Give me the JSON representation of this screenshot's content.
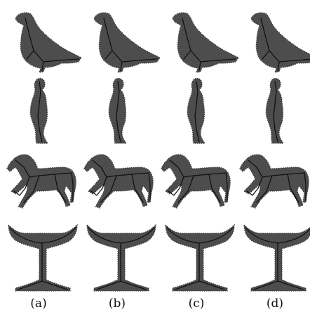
{
  "figure": {
    "columns": [
      {
        "caption": "(a)"
      },
      {
        "caption": "(b)"
      },
      {
        "caption": "(c)"
      },
      {
        "caption": "(d)"
      }
    ],
    "rows": [
      {
        "shape": "pigeon-silhouette"
      },
      {
        "shape": "standing-person-silhouette"
      },
      {
        "shape": "horse-silhouette"
      },
      {
        "shape": "goblet-silhouette"
      }
    ],
    "colors": {
      "silhouette": "#4d4d4d",
      "skeleton": "#111111",
      "background": "#ffffff"
    }
  }
}
